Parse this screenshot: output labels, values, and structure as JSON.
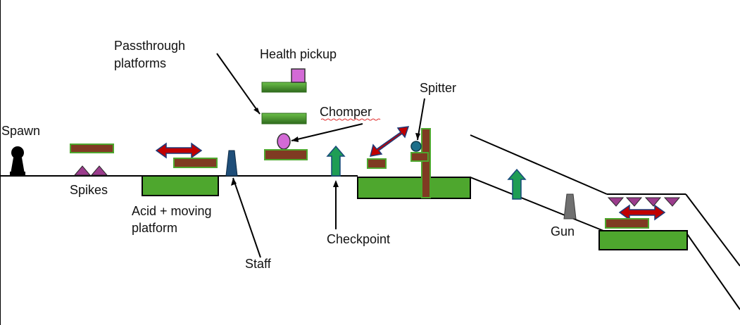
{
  "labels": {
    "spawn": "Spawn",
    "spikes": "Spikes",
    "acid_line1": "Acid + moving",
    "acid_line2": "platform",
    "staff": "Staff",
    "passthrough_line1": "Passthrough",
    "passthrough_line2": "platforms",
    "health": "Health pickup",
    "chomper": "Chomper",
    "checkpoint": "Checkpoint",
    "spitter": "Spitter",
    "gun": "Gun"
  },
  "colors": {
    "ground_line": "#000000",
    "acid": "#4ea72e",
    "platform_brown": "#7f3b22",
    "platform_green": "#4ea72e",
    "spike_purple": "#9b3c8c",
    "arrow_red": "#c00000",
    "checkpoint_green": "#1f9d55",
    "staff_blue": "#1f4e79",
    "health_pink": "#d36ad6",
    "chomper_pink": "#d36ad6",
    "spitter_teal": "#1d6f8a",
    "gun_gray": "#707070"
  }
}
